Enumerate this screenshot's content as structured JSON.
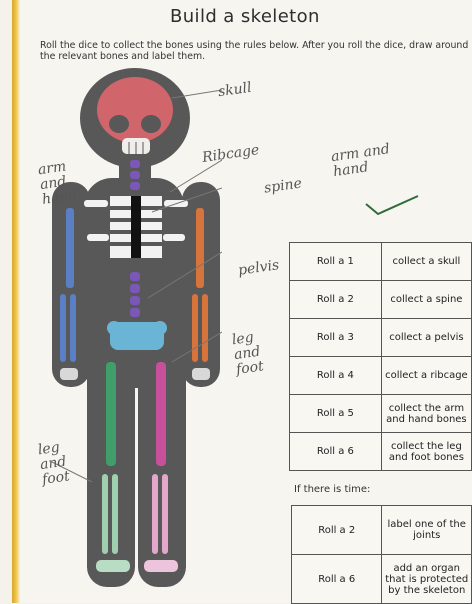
{
  "title": "Build a skeleton",
  "instructions": "Roll the dice to collect the bones using the rules below. After you roll the dice, draw around the relevant bones and label them.",
  "handwritten_labels": {
    "skull": "skull",
    "ribcage": "Ribcage",
    "spine": "spine",
    "arm_hand_left": "arm and hand",
    "arm_hand_right": "arm and hand",
    "pelvis": "pelvis",
    "leg_foot_right": "leg and foot",
    "leg_foot_left": "leg and foot"
  },
  "rules": [
    {
      "roll": "Roll a 1",
      "action": "collect a skull"
    },
    {
      "roll": "Roll a 2",
      "action": "collect a spine"
    },
    {
      "roll": "Roll a 3",
      "action": "collect a pelvis"
    },
    {
      "roll": "Roll a 4",
      "action": "collect a ribcage"
    },
    {
      "roll": "Roll a 5",
      "action": "collect the arm and hand bones"
    },
    {
      "roll": "Roll a 6",
      "action": "collect the leg and foot bones"
    }
  ],
  "extra_heading": "If there is time:",
  "extra_rules": [
    {
      "roll": "Roll a 2",
      "action": "label one of the joints"
    },
    {
      "roll": "Roll a 6",
      "action": "add an organ that is protected by the skeleton"
    }
  ],
  "colors": {
    "skull": "#e0676e",
    "spine": "#7b57b7",
    "pelvis": "#6ab5d6",
    "left_arm": "#5b7fc4",
    "right_arm": "#d6743c",
    "left_leg": "#3f9e6a",
    "right_leg": "#c84f9a"
  }
}
